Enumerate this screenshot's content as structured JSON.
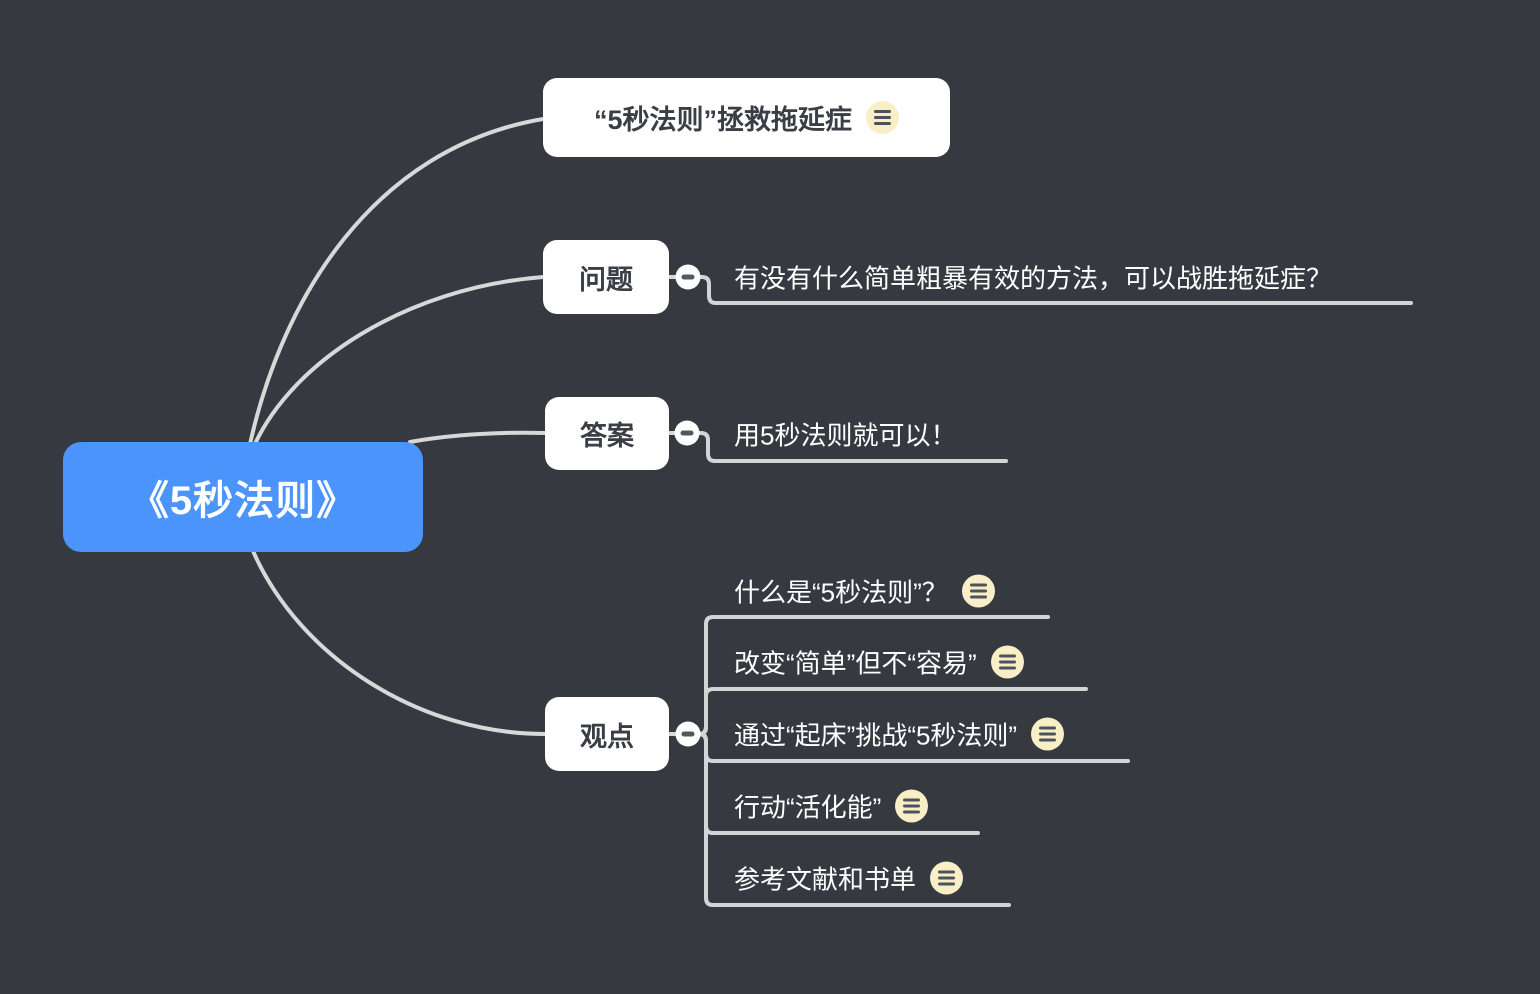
{
  "app": {
    "type": "mind-map"
  },
  "root": {
    "label": "《5秒法则》"
  },
  "branches": [
    {
      "label": "“5秒法则”拯救拖延症",
      "note": true
    },
    {
      "label": "问题",
      "collapsed": false,
      "children": [
        {
          "label": "有没有什么简单粗暴有效的方法，可以战胜拖延症？"
        }
      ]
    },
    {
      "label": "答案",
      "collapsed": false,
      "children": [
        {
          "label": "用5秒法则就可以！"
        }
      ]
    },
    {
      "label": "观点",
      "collapsed": false,
      "children": [
        {
          "label": "什么是“5秒法则”？",
          "note": true
        },
        {
          "label": "改变“简单”但不“容易”",
          "note": true
        },
        {
          "label": "通过“起床”挑战“5秒法则”",
          "note": true
        },
        {
          "label": "行动“活化能”",
          "note": true
        },
        {
          "label": "参考文献和书单",
          "note": true
        }
      ]
    }
  ],
  "colors": {
    "background": "#363A40",
    "root_fill": "#4A94FB",
    "root_text": "#FFFFFF",
    "topic_fill": "#FFFFFF",
    "topic_text": "#3A3F45",
    "subtopic_text": "#FFFFFF",
    "connector": "#D8D8D8",
    "note_icon_fill": "#F8EFC6",
    "note_icon_glyph": "#4D535A",
    "collapse_fill": "#FFFFFF",
    "collapse_glyph": "#53585E"
  }
}
